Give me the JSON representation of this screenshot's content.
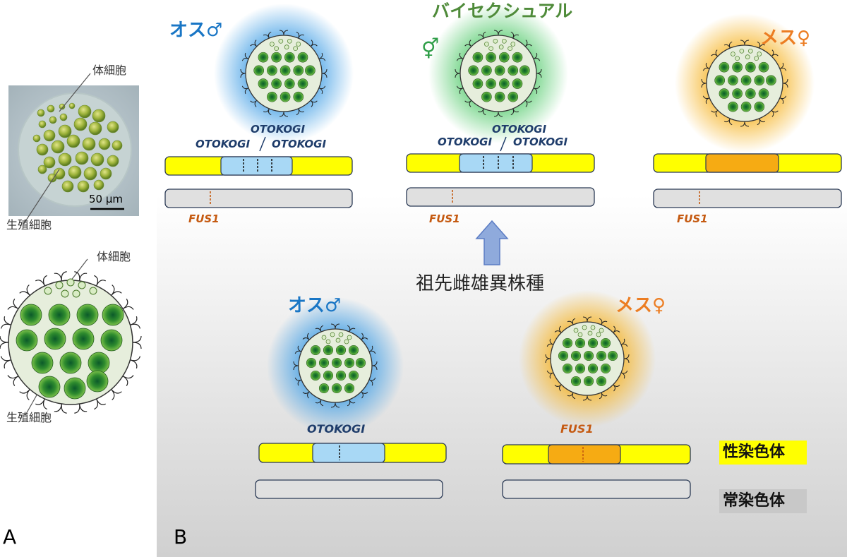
{
  "panel_a": {
    "label": "A",
    "photo": {
      "scale": "50 μm"
    },
    "callouts": {
      "somatic": "体細胞",
      "germ": "生殖細胞"
    }
  },
  "panel_b": {
    "label": "B",
    "top": {
      "male": {
        "title": "オス♂",
        "genes": [
          "OTOKOGI",
          "OTOKOGI",
          "OTOKOGI"
        ],
        "autosome_gene": "FUS1"
      },
      "bisexual": {
        "title": "バイセクシュアル",
        "symbol": "⚥",
        "genes": [
          "OTOKOGI",
          "OTOKOGI",
          "OTOKOGI"
        ],
        "autosome_gene": "FUS1"
      },
      "female": {
        "title": "メス♀",
        "autosome_gene": "FUS1"
      }
    },
    "ancestor": {
      "title": "祖先雌雄異株種",
      "male": {
        "title": "オス♂",
        "gene": "OTOKOGI"
      },
      "female": {
        "title": "メス♀",
        "gene": "FUS1"
      }
    },
    "legend": {
      "sex_chromosome": "性染色体",
      "autosome": "常染色体"
    }
  },
  "colors": {
    "male_glow": "#4aa3e6",
    "female_glow": "#f6b62c",
    "bisexual_glow": "#5fce76",
    "sex_chromosome": "#ffff00",
    "male_region": "#a8d8f5",
    "female_region": "#f6ab13",
    "autosome": "#e0e0e0",
    "germ_cell": "#2e8b2e"
  }
}
